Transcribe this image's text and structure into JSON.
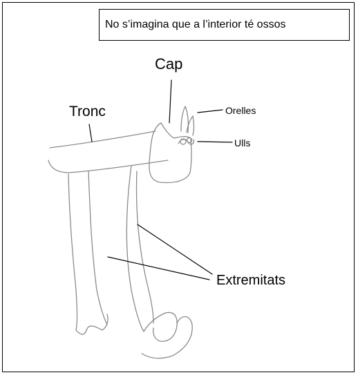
{
  "caption": "No s’imagina que a l’interior té ossos",
  "labels": {
    "cap": "Cap",
    "tronc": "Tronc",
    "orelles": "Orelles",
    "ulls": "Ulls",
    "extremitats": "Extremitats"
  },
  "colors": {
    "border": "#000000",
    "pencil": "#8a8a8a",
    "leader": "#000000"
  }
}
